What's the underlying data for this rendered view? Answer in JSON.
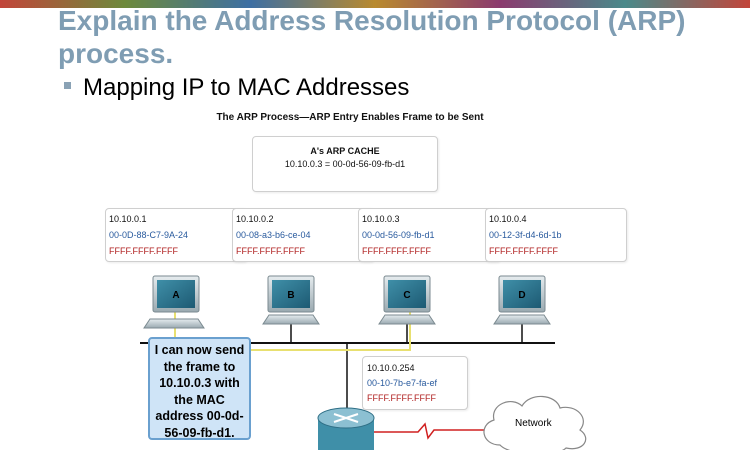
{
  "slide": {
    "title": "Explain the Address Resolution Protocol (ARP) process.",
    "bullet": "Mapping IP to MAC Addresses",
    "subtitle": "The ARP Process—ARP Entry Enables Frame to be Sent"
  },
  "cache": {
    "title": "A's ARP CACHE",
    "entry": "10.10.0.3 = 00-0d-56-09-fb-d1"
  },
  "hosts": [
    {
      "label": "A",
      "ip": "10.10.0.1",
      "mac": "00-0D-88-C7-9A-24",
      "broadcast": "FFFF.FFFF.FFFF"
    },
    {
      "label": "B",
      "ip": "10.10.0.2",
      "mac": "00-08-a3-b6-ce-04",
      "broadcast": "FFFF.FFFF.FFFF"
    },
    {
      "label": "C",
      "ip": "10.10.0.3",
      "mac": "00-0d-56-09-fb-d1",
      "broadcast": "FFFF.FFFF.FFFF"
    },
    {
      "label": "D",
      "ip": "10.10.0.4",
      "mac": " 00-12-3f-d4-6d-1b",
      "broadcast": "FFFF.FFFF.FFFF"
    }
  ],
  "router": {
    "ip": "10.10.0.254",
    "mac": "00-10-7b-e7-fa-ef",
    "broadcast": "FFFF.FFFF.FFFF"
  },
  "callout": {
    "lines": [
      "I can now send",
      "the frame to",
      "10.10.0.3 with",
      "the MAC",
      "address 00-0d-",
      "56-09-fb-d1."
    ]
  },
  "network": {
    "label": "Network"
  },
  "colors": {
    "title": "#7f9db3",
    "mac": "#2a5b9e",
    "broadcast": "#b02020",
    "frame_path": "#e8e070",
    "callout_bg": "#cfe4f7"
  }
}
